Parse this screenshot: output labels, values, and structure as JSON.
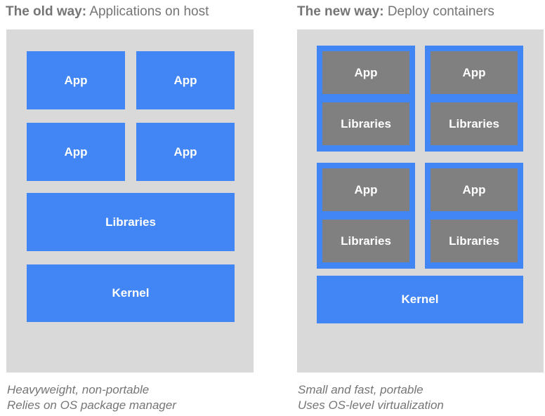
{
  "colors": {
    "panel_bg": "#d9d9d9",
    "accent_blue": "#4285f4",
    "inner_gray": "#808080",
    "text_gray": "#757575",
    "label_text": "#ffffff"
  },
  "old_way": {
    "title_bold": "The old way:",
    "title_rest": "Applications on host",
    "app_boxes": [
      "App",
      "App",
      "App",
      "App"
    ],
    "libraries_label": "Libraries",
    "kernel_label": "Kernel",
    "caption_line1": "Heavyweight, non-portable",
    "caption_line2": "Relies on OS package manager"
  },
  "new_way": {
    "title_bold": "The new way:",
    "title_rest": "Deploy containers",
    "containers": [
      {
        "app": "App",
        "libraries": "Libraries"
      },
      {
        "app": "App",
        "libraries": "Libraries"
      },
      {
        "app": "App",
        "libraries": "Libraries"
      },
      {
        "app": "App",
        "libraries": "Libraries"
      }
    ],
    "kernel_label": "Kernel",
    "caption_line1": "Small and fast, portable",
    "caption_line2": "Uses OS-level virtualization"
  }
}
